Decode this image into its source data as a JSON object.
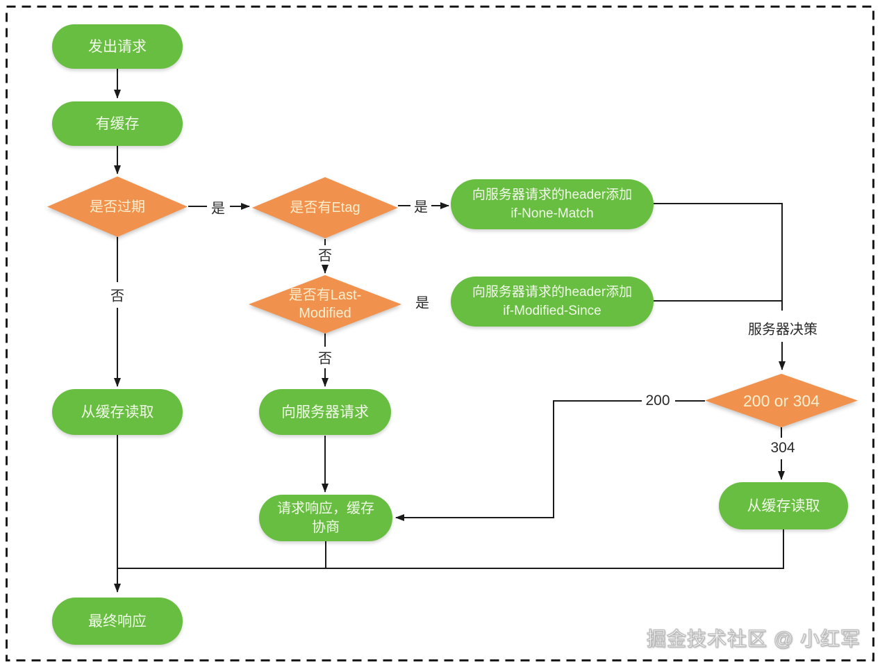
{
  "watermark": "掘金技术社区 @ 小红军",
  "colors": {
    "green": "#68be41",
    "orange": "#f0924e",
    "line": "#1a1a1a",
    "border": "#1b1b1b",
    "pillText": "#f1fae9",
    "diamondText": "#f8efd1",
    "labelText": "#2a2a2a",
    "watermarkFill": "#ffffff",
    "watermarkOutline": "#bdbdbd"
  },
  "nodes": {
    "start": {
      "label": "发出请求"
    },
    "hasCache": {
      "label": "有缓存"
    },
    "isExpired": {
      "label": "是否过期"
    },
    "hasEtag": {
      "label": "是否有Etag"
    },
    "addIfNoneMatch": {
      "line1": "向服务器请求的header添加",
      "line2": "if-None-Match"
    },
    "hasLastModified": {
      "line1": "是否有Last-",
      "line2": "Modified"
    },
    "addIfModifiedSince": {
      "line1": "向服务器请求的header添加",
      "line2": "if-Modified-Since"
    },
    "readCacheLeft": {
      "label": "从缓存读取"
    },
    "requestServer": {
      "label": "向服务器请求"
    },
    "responseNegotiate": {
      "line1": "请求响应，缓存",
      "line2": "协商"
    },
    "statusDecision": {
      "label": "200 or 304"
    },
    "readCacheRight": {
      "label": "从缓存读取"
    },
    "finalResponse": {
      "label": "最终响应"
    }
  },
  "edgeLabels": {
    "expiredYes": "是",
    "etagYes": "是",
    "lastModifiedYes": "是",
    "expiredNo": "否",
    "etagNo": "否",
    "lastModifiedNo": "否",
    "serverDecision": "服务器决策",
    "status200": "200",
    "status304": "304"
  }
}
